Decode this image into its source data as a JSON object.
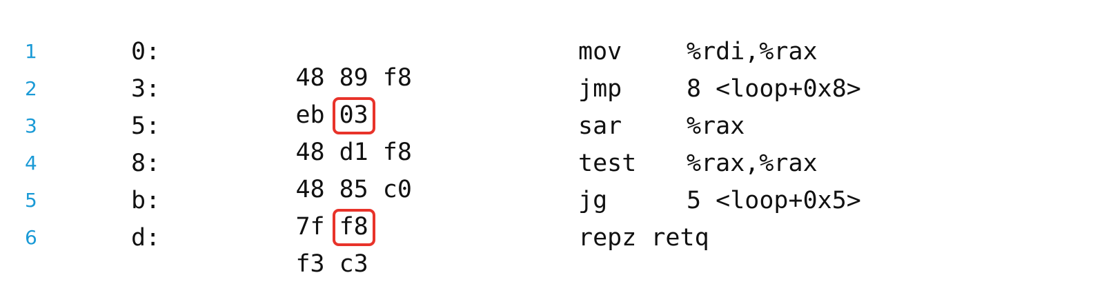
{
  "highlight_color": "#e8332a",
  "line_number_color": "#1a9ad6",
  "rows": [
    {
      "line": "1",
      "address": "0:",
      "bytes": [
        {
          "text": "48",
          "highlighted": false
        },
        {
          "text": "89",
          "highlighted": false
        },
        {
          "text": "f8",
          "highlighted": false
        }
      ],
      "mnemonic": "mov",
      "operands": "%rdi,%rax"
    },
    {
      "line": "2",
      "address": "3:",
      "bytes": [
        {
          "text": "eb",
          "highlighted": false
        },
        {
          "text": "03",
          "highlighted": true
        }
      ],
      "mnemonic": "jmp",
      "operands": "8 <loop+0x8>"
    },
    {
      "line": "3",
      "address": "5:",
      "bytes": [
        {
          "text": "48",
          "highlighted": false
        },
        {
          "text": "d1",
          "highlighted": false
        },
        {
          "text": "f8",
          "highlighted": false
        }
      ],
      "mnemonic": "sar",
      "operands": "%rax"
    },
    {
      "line": "4",
      "address": "8:",
      "bytes": [
        {
          "text": "48",
          "highlighted": false
        },
        {
          "text": "85",
          "highlighted": false
        },
        {
          "text": "c0",
          "highlighted": false
        }
      ],
      "mnemonic": "test",
      "operands": "%rax,%rax"
    },
    {
      "line": "5",
      "address": "b:",
      "bytes": [
        {
          "text": "7f",
          "highlighted": false
        },
        {
          "text": "f8",
          "highlighted": true
        }
      ],
      "mnemonic": "jg",
      "operands": "5 <loop+0x5>"
    },
    {
      "line": "6",
      "address": "d:",
      "bytes": [
        {
          "text": "f3",
          "highlighted": false
        },
        {
          "text": "c3",
          "highlighted": false
        }
      ],
      "mnemonic": "repz retq",
      "operands": ""
    }
  ]
}
